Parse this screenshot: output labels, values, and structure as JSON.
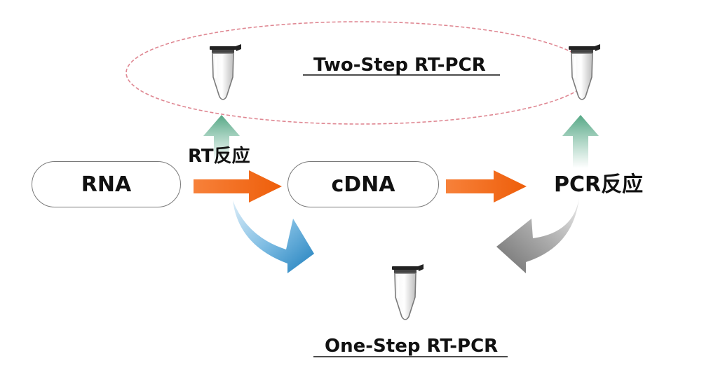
{
  "nodes": {
    "rna": "RNA",
    "cdna": "cDNA"
  },
  "labels": {
    "rt_reaction": "RT反应",
    "pcr_reaction": "PCR反应"
  },
  "titles": {
    "two_step": "Two-Step RT-PCR",
    "one_step": "One-Step RT-PCR"
  },
  "colors": {
    "orange_arrow": "#f26b12",
    "green_arrow": "#5cb08e",
    "blue_arrow": "#2a8fc6",
    "gray_arrow": "#7d7d7d",
    "ellipse": "#d9727f"
  },
  "icons": [
    "pcr-tube-icon"
  ]
}
